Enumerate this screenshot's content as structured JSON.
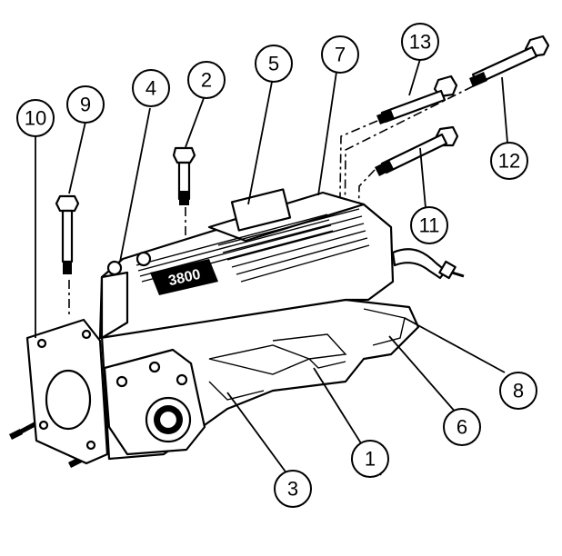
{
  "diagram": {
    "title": "",
    "callouts": [
      "1",
      "2",
      "3",
      "4",
      "5",
      "6",
      "7",
      "8",
      "9",
      "10",
      "11",
      "12",
      "13"
    ],
    "engine_label_text": "3800"
  },
  "colors": {
    "line": "#000000",
    "background": "#ffffff"
  }
}
